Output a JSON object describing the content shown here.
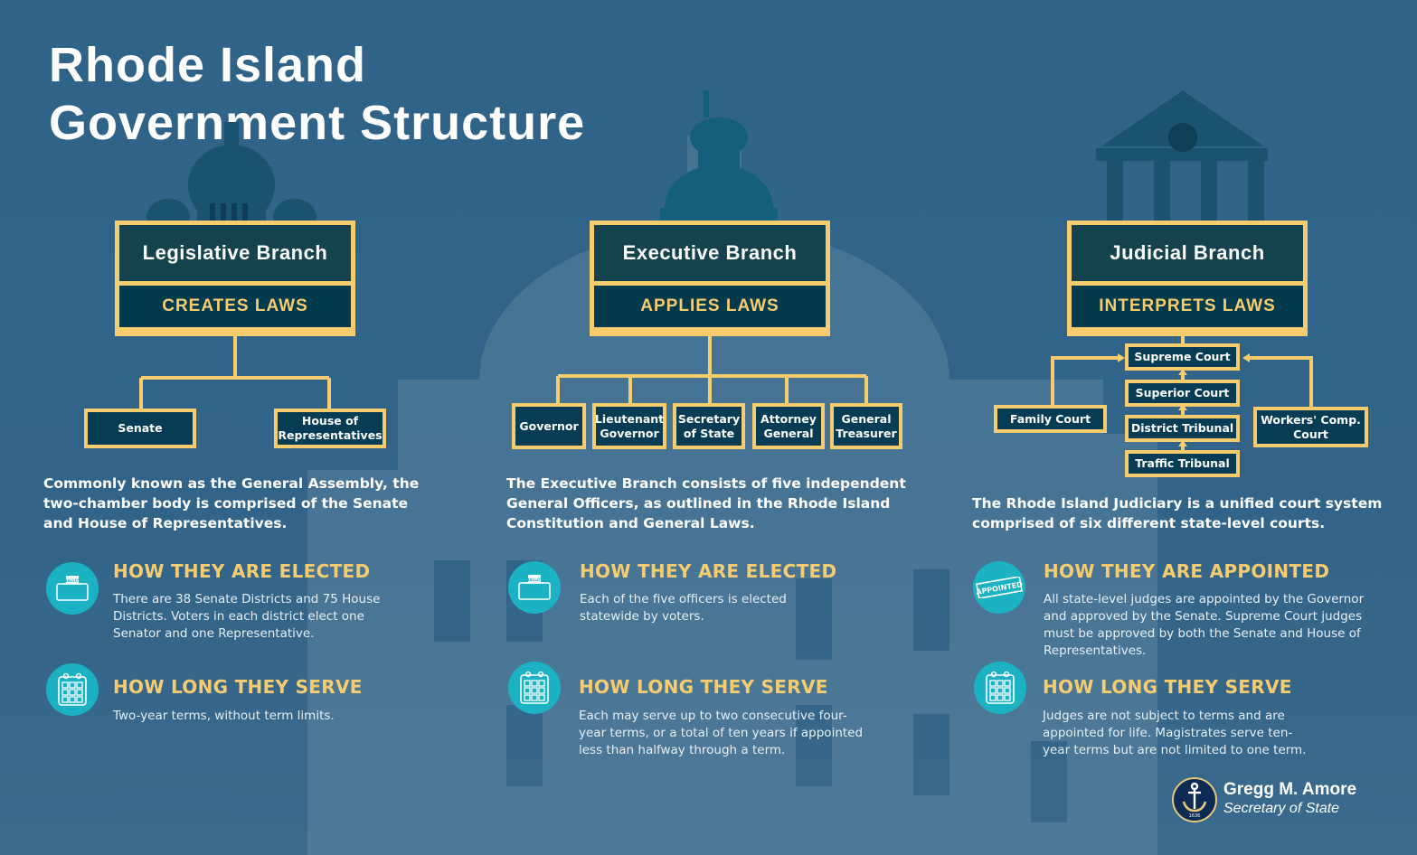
{
  "title": {
    "line1": "Rhode Island",
    "line2": "Government Structure"
  },
  "colors": {
    "background": "#2f6388",
    "accent_gold": "#f6cc6e",
    "box_dark": "#023a4e",
    "icon_teal": "#1bb3c4"
  },
  "branches": [
    {
      "name": "Legislative Branch",
      "role": "CREATES LAWS",
      "children": [
        "Senate",
        "House of Representatives"
      ],
      "description": "Commonly known as the General Assembly, the two-chamber body is comprised of the Senate and House of Representatives.",
      "sections": [
        {
          "icon": "ballot-box-icon",
          "heading": "HOW THEY ARE ELECTED",
          "body": "There are 38 Senate Districts and 75 House Districts. Voters in each district elect one Senator and one Representative."
        },
        {
          "icon": "calendar-icon",
          "heading": "HOW LONG THEY SERVE",
          "body": "Two-year terms, without term limits."
        }
      ]
    },
    {
      "name": "Executive Branch",
      "role": "APPLIES LAWS",
      "children": [
        "Governor",
        "Lieutenant Governor",
        "Secretary of State",
        "Attorney General",
        "General Treasurer"
      ],
      "description": "The Executive Branch consists of five independent General Officers, as outlined in the Rhode Island Constitution and General Laws.",
      "sections": [
        {
          "icon": "ballot-box-icon",
          "heading": "HOW THEY ARE ELECTED",
          "body": "Each of the five officers is elected statewide by voters."
        },
        {
          "icon": "calendar-icon",
          "heading": "HOW LONG THEY SERVE",
          "body": "Each may serve up to two consecutive four-year terms, or a total of ten years if appointed less than halfway through a term."
        }
      ]
    },
    {
      "name": "Judicial Branch",
      "role": "INTERPRETS LAWS",
      "courts": {
        "supreme": "Supreme Court",
        "chain": [
          "Superior Court",
          "District Tribunal",
          "Traffic Tribunal"
        ],
        "left": "Family Court",
        "right": "Workers' Comp. Court"
      },
      "description": "The Rhode Island Judiciary is a unified court system comprised of six different state-level courts.",
      "sections": [
        {
          "icon": "appointed-stamp-icon",
          "heading": "HOW THEY ARE APPOINTED",
          "body": "All state-level judges are appointed by the Governor and approved by the Senate. Supreme Court judges must be approved by both the Senate and House of Representatives."
        },
        {
          "icon": "calendar-icon",
          "heading": "HOW LONG THEY SERVE",
          "body": "Judges are not subject to terms and are appointed for life. Magistrates serve ten-year terms but are not limited to one term."
        }
      ]
    }
  ],
  "icons": {
    "ballot_label": "BALLOT",
    "appointed_label": "APPOINTED",
    "seal_year": "1636"
  },
  "signature": {
    "name": "Gregg M. Amore",
    "title": "Secretary of State"
  }
}
